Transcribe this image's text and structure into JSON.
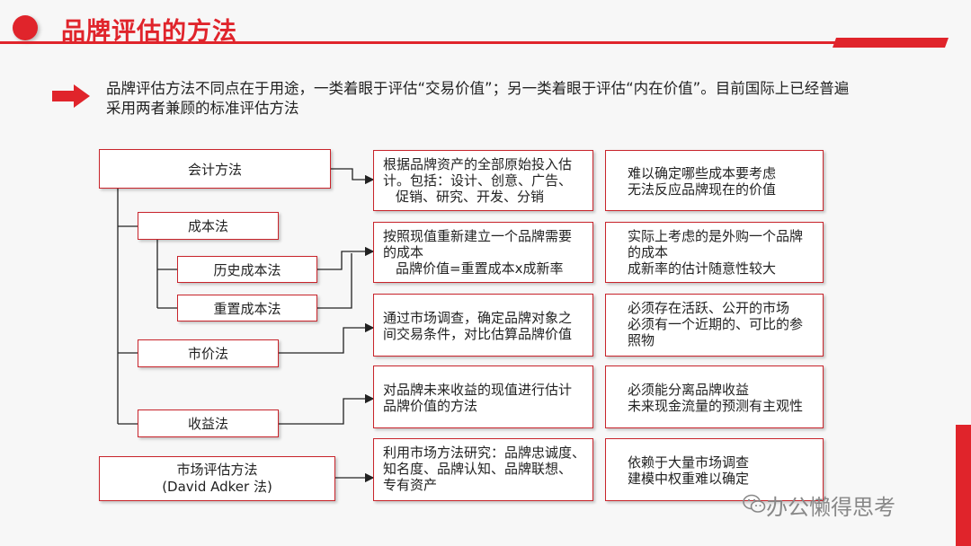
{
  "header": {
    "title": "品牌评估的方法",
    "accent_color": "#e0242b"
  },
  "intro": {
    "text": "品牌评估方法不同点在于用途，一类着眼于评估“交易价值”；另一类着眼于评估“内在价值”。目前国际上已经普遍采用两者兼顾的标准评估方法"
  },
  "methods": {
    "accounting": "会计方法",
    "cost": "成本法",
    "historical_cost": "历史成本法",
    "replacement_cost": "重置成本法",
    "market_price": "市价法",
    "income": "收益法",
    "market_eval": {
      "line1": "市场评估方法",
      "line2": "(David Adker 法)"
    }
  },
  "descriptions": [
    {
      "lines": [
        "根据品牌资产的全部原始投入估",
        "计。包括：设计、创意、广告、",
        "促销、研究、开发、分销"
      ]
    },
    {
      "lines": [
        "按照现值重新建立一个品牌需要",
        "的成本",
        "品牌价值=重置成本x成新率"
      ]
    },
    {
      "lines": [
        "通过市场调查，确定品牌对象之",
        "间交易条件，对比估算品牌价值"
      ]
    },
    {
      "lines": [
        "对品牌未来收益的现值进行估计",
        "品牌价值的方法"
      ]
    },
    {
      "lines": [
        "利用市场方法研究：品牌忠诚度、",
        "知名度、品牌认知、品牌联想、",
        "专有资产"
      ]
    }
  ],
  "limitations": [
    {
      "lines": [
        "难以确定哪些成本要考虑",
        "无法反应品牌现在的价值"
      ]
    },
    {
      "lines": [
        "实际上考虑的是外购一个品牌",
        "的成本",
        "成新率的估计随意性较大"
      ]
    },
    {
      "lines": [
        "必须存在活跃、公开的市场",
        "必须有一个近期的、可比的参",
        "照物"
      ]
    },
    {
      "lines": [
        "必须能分离品牌收益",
        "未来现金流量的预测有主观性"
      ]
    },
    {
      "lines": [
        "依赖于大量市场调查",
        "建模中权重难以确定"
      ]
    }
  ],
  "watermark": {
    "text": "办公懒得思考",
    "icon": "wechat-icon"
  }
}
